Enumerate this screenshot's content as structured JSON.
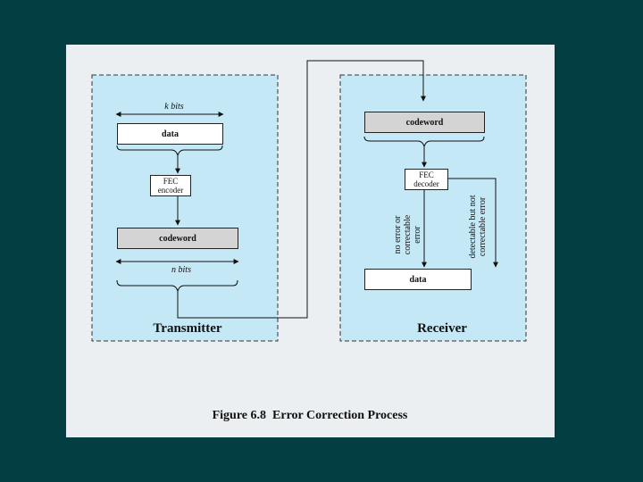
{
  "transmitter": {
    "title": "Transmitter",
    "k_bits": "k bits",
    "data_label": "data",
    "fec_encoder_line1": "FEC",
    "fec_encoder_line2": "encoder",
    "codeword_label": "codeword",
    "n_bits": "n bits"
  },
  "receiver": {
    "title": "Receiver",
    "codeword_label": "codeword",
    "fec_decoder_line1": "FEC",
    "fec_decoder_line2": "decoder",
    "no_error_line1": "no error or",
    "no_error_line2": "correctable",
    "no_error_line3": "error",
    "detectable_line1": "detectable but not",
    "detectable_line2": "correctable error",
    "data_label": "data"
  },
  "caption": "Figure 6.8  Error Correction Process",
  "colors": {
    "background": "#033f42",
    "figure_bg": "#ebeff1",
    "panel_fill": "#c5e8f6",
    "box_white": "#ffffff",
    "box_gray": "#d4d4d4"
  }
}
